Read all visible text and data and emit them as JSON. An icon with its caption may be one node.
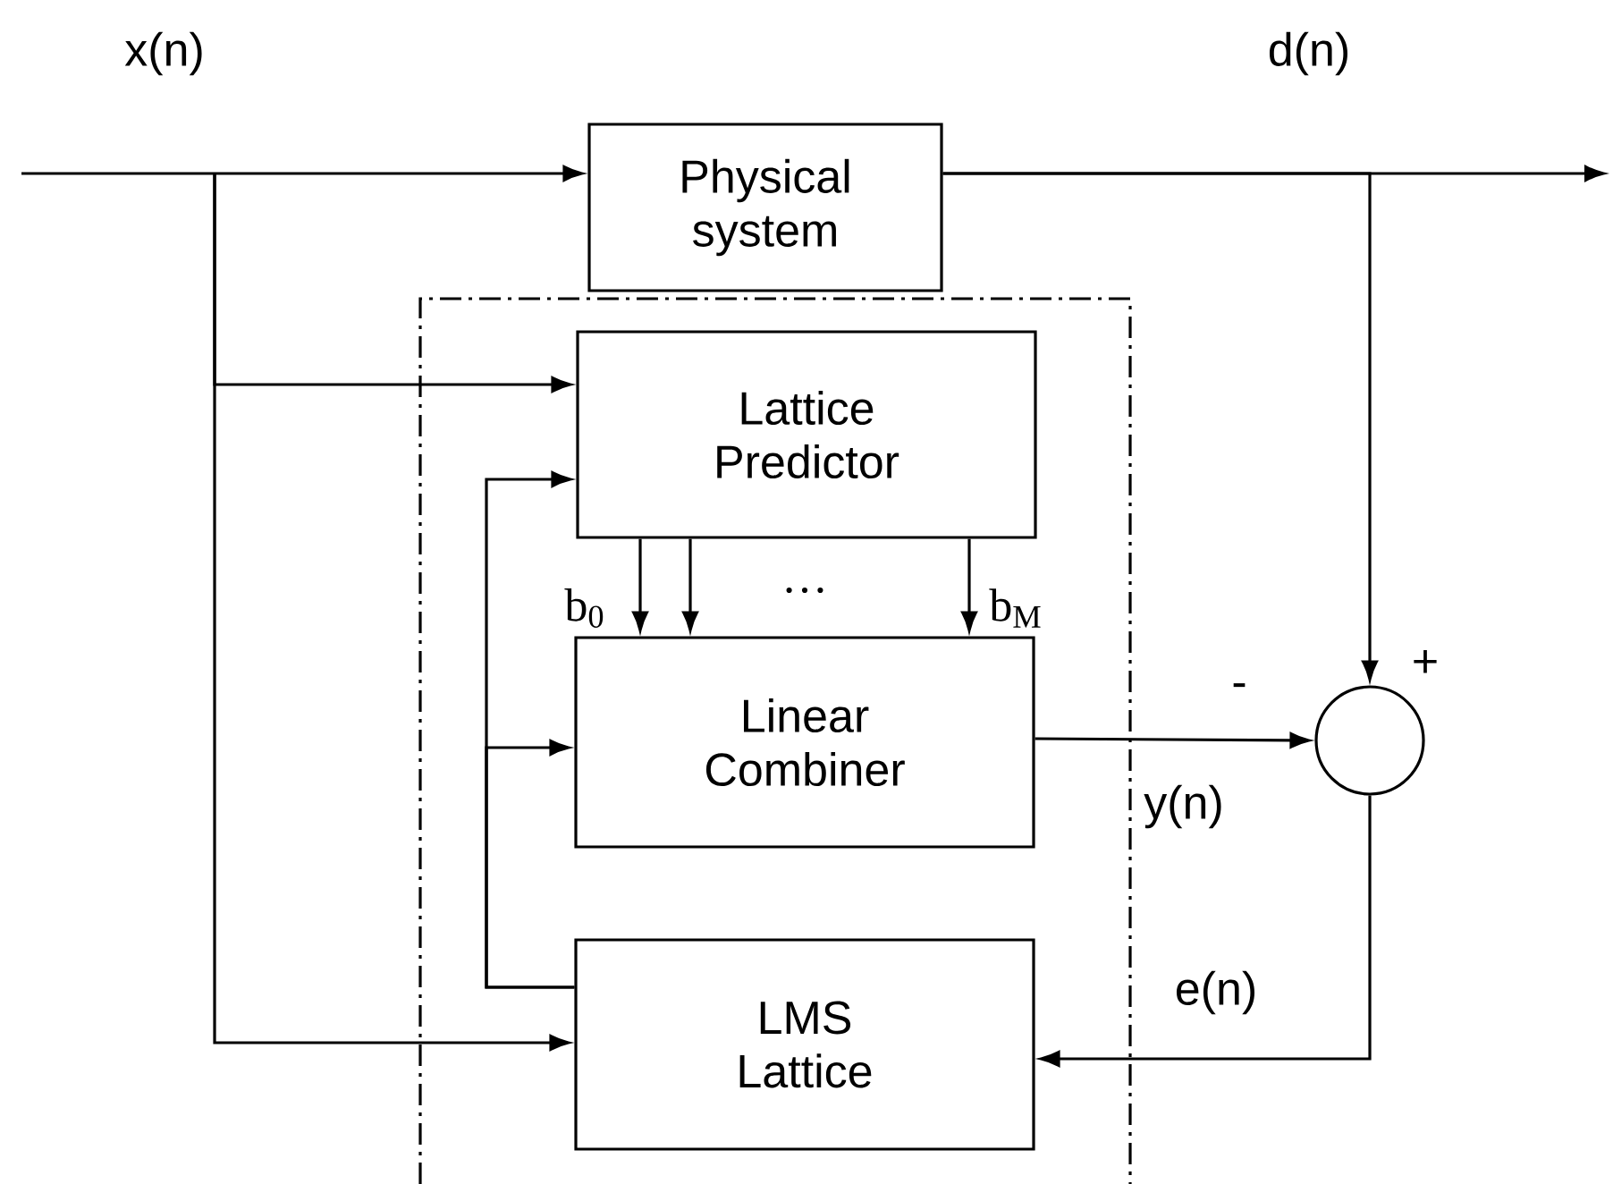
{
  "diagram": {
    "nodes": [
      {
        "text": [
          "Physical system"
        ]
      },
      {
        "text": [],
        "shape": "box"
      },
      {
        "text": [
          "Lattice Predictor"
        ],
        "in": 1
      },
      {
        "text": [
          "Linear Combiner"
        ],
        "in": 1
      },
      {
        "text": [
          "LMS Lattice"
        ],
        "in": 1
      },
      {
        "text": [],
        "shape": "circle"
      }
    ],
    "edges": [
      {
        "from": null,
        "to": 0,
        "arrow": "to",
        "label": "x(n)"
      },
      {
        "from": 0,
        "to": null,
        "arrow": "to",
        "label": "d(n)"
      },
      {
        "from": 0,
        "to": 5,
        "arrow": "to"
      },
      {
        "from": null,
        "to": 2,
        "arrow": "to"
      },
      {
        "from": null,
        "to": 4,
        "arrow": "to"
      },
      {
        "from": 4,
        "to": 2,
        "arrow": "to"
      },
      {
        "from": 4,
        "to": 3,
        "arrow": "to"
      },
      {
        "from": 2,
        "to": 3,
        "arrow": "to",
        "label": "b$_{0}$"
      },
      {
        "from": 2,
        "to": 3,
        "arrow": "to"
      },
      {
        "from": 2,
        "to": 3,
        "arrow": "to",
        "label": "b$_{M}$"
      },
      {
        "from": 3,
        "to": 5,
        "arrow": "to",
        "label": "y(n)"
      },
      {
        "from": 5,
        "to": 4,
        "arrow": "to",
        "label": "e(n)"
      }
    ],
    "labels": [
      "…",
      "-",
      "+"
    ]
  }
}
